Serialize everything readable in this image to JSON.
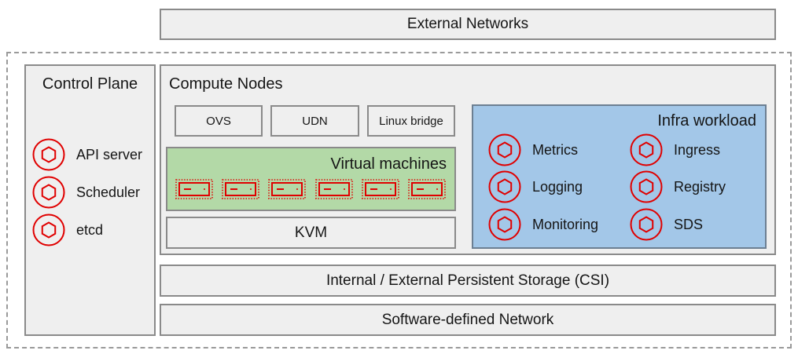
{
  "external_networks": {
    "label": "External Networks"
  },
  "control_plane": {
    "title": "Control Plane",
    "items": [
      {
        "icon": "hexagon-circle-icon",
        "label": "API server"
      },
      {
        "icon": "hexagon-circle-icon",
        "label": "Scheduler"
      },
      {
        "icon": "hexagon-circle-icon",
        "label": "etcd"
      }
    ]
  },
  "compute_nodes": {
    "title": "Compute Nodes",
    "networking": [
      {
        "label": "OVS"
      },
      {
        "label": "UDN"
      },
      {
        "label": "Linux bridge"
      }
    ],
    "virtual_machines": {
      "title": "Virtual machines",
      "vm_count": 6,
      "icon": "virtual-machine-icon"
    },
    "hypervisor": {
      "label": "KVM"
    },
    "infra_workload": {
      "title": "Infra workload",
      "items": [
        {
          "icon": "hexagon-circle-icon",
          "label": "Metrics"
        },
        {
          "icon": "hexagon-circle-icon",
          "label": "Logging"
        },
        {
          "icon": "hexagon-circle-icon",
          "label": "Monitoring"
        },
        {
          "icon": "hexagon-circle-icon",
          "label": "Ingress"
        },
        {
          "icon": "hexagon-circle-icon",
          "label": "Registry"
        },
        {
          "icon": "hexagon-circle-icon",
          "label": "SDS"
        }
      ]
    }
  },
  "storage": {
    "label": "Internal / External Persistent Storage (CSI)"
  },
  "network": {
    "label": "Software-defined Network"
  },
  "colors": {
    "accent_red": "#e00000",
    "vm_area_green": "#b3d9a7",
    "infra_area_blue": "#a3c7e8",
    "box_gray": "#efefef"
  }
}
